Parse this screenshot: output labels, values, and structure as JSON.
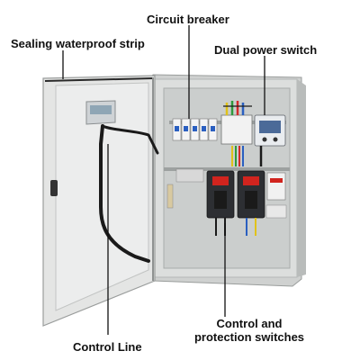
{
  "labels": {
    "circuit_breaker": "Circuit breaker",
    "sealing_strip": "Sealing waterproof strip",
    "dual_power_switch": "Dual power switch",
    "control_protection_line1": "Control and",
    "control_protection_line2": "protection switches",
    "control_line": "Control Line"
  },
  "colors": {
    "cabinet_body": "#d9dbda",
    "door_panel": "#e6e7e6",
    "mounting_plate": "#c9cccb",
    "leader_line": "#111111",
    "breaker_red": "#d1241e",
    "wire_yellow": "#e0c21a",
    "wire_green": "#2e9a3c",
    "wire_red": "#d42a2a",
    "wire_blue": "#2a5fc0",
    "cable_black": "#1a1a1a"
  }
}
